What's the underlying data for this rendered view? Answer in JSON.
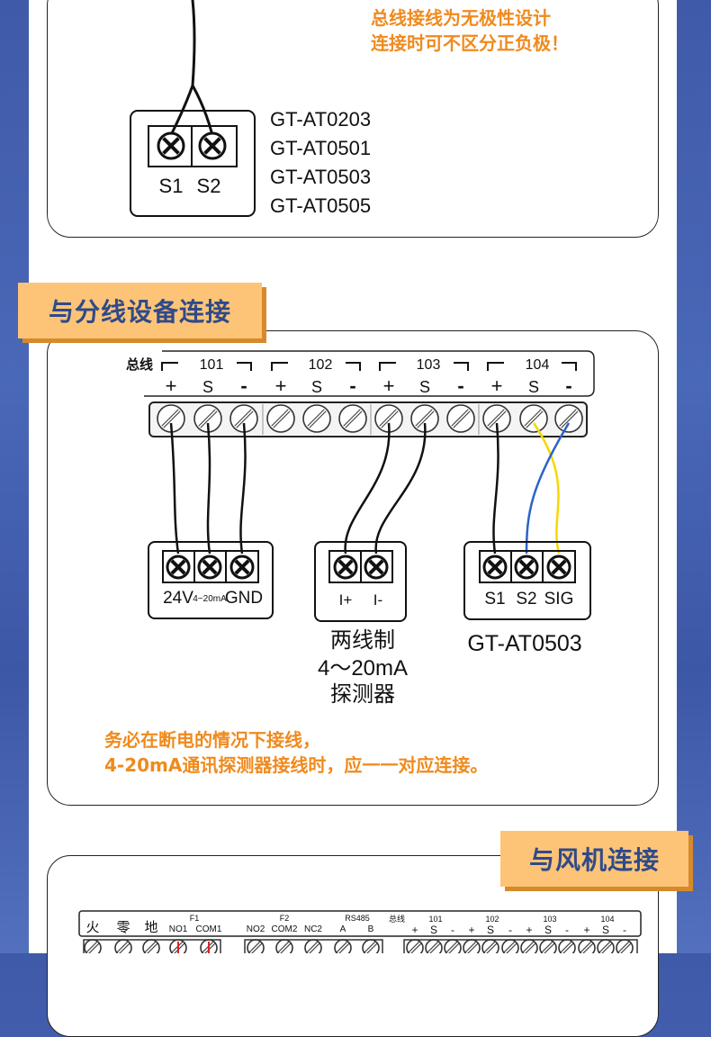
{
  "section1": {
    "polarity_note": [
      "总线接线为无极性设计",
      "连接时可不区分正负极！"
    ],
    "terminal_labels": [
      "S1",
      "S2"
    ],
    "models": [
      "GT-AT0203",
      "GT-AT0501",
      "GT-AT0503",
      "GT-AT0505"
    ]
  },
  "section2": {
    "title": "与分线设备连接",
    "bus_label": "总线",
    "channels": [
      "101",
      "102",
      "103",
      "104"
    ],
    "signs": [
      "+",
      "S",
      "-"
    ],
    "device_a_labels": [
      "24V",
      "4~20mA",
      "GND"
    ],
    "device_b_labels": [
      "I+",
      "I-"
    ],
    "device_b_caption": [
      "两线制",
      "4～20mA",
      "探测器"
    ],
    "device_c_labels": [
      "S1",
      "S2",
      "SIG"
    ],
    "device_c_caption": "GT-AT0503",
    "notes": [
      "务必在断电的情况下接线，",
      "4-20mA通讯探测器接线时，应一一对应连接。"
    ],
    "wire_colors": {
      "yellow": "#f5d800",
      "blue": "#2a62c8"
    }
  },
  "section3": {
    "title": "与风机连接",
    "power_labels": [
      "火",
      "零",
      "地"
    ],
    "f1": "F1",
    "f1_labels": [
      "NO1",
      "COM1"
    ],
    "f2": "F2",
    "f2_labels": [
      "NO2",
      "COM2",
      "NC2"
    ],
    "rs485": "RS485",
    "rs485_labels": [
      "A",
      "B"
    ],
    "bus_label": "总线",
    "channels": [
      "101",
      "102",
      "103",
      "104"
    ],
    "signs": [
      "+",
      "S",
      "-"
    ]
  },
  "colors": {
    "accent_orange": "#f08a1d",
    "tag_bg": "#fdc477",
    "tag_text": "#2f4a8a",
    "background_blue": "#4a68b8"
  }
}
